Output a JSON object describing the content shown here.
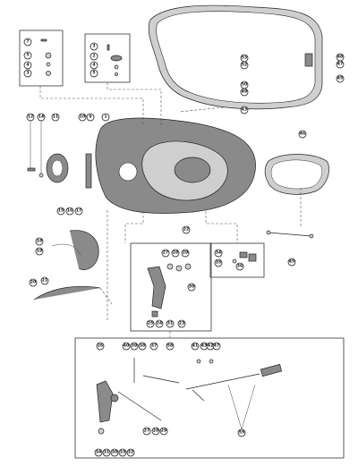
{
  "diagram": {
    "callouts": {
      "kit_a": [
        "7",
        "5",
        "4",
        "3"
      ],
      "kit_b": [
        "3",
        "2",
        "4",
        "5"
      ],
      "cowl_right": [
        "53",
        "52",
        "50",
        "49",
        "43",
        "48",
        "47",
        "45"
      ],
      "tray_left": [
        "12",
        "14",
        "11",
        "10",
        "9",
        "1"
      ],
      "seal": [
        "46"
      ],
      "cable_group": [
        "15",
        "16",
        "17",
        "18",
        "19",
        "20",
        "21"
      ],
      "hose": [
        "22"
      ],
      "link_kit": [
        "27",
        "28",
        "29",
        "30",
        "25",
        "24",
        "31",
        "23"
      ],
      "latch_kit": [
        "34",
        "35",
        "36"
      ],
      "rod": [
        "45"
      ],
      "lower_top": [
        "26",
        "40",
        "39",
        "38",
        "37",
        "58",
        "41",
        "43",
        "42",
        "47"
      ],
      "lower_bottom": [
        "29",
        "28",
        "27",
        "34",
        "31",
        "30",
        "33",
        "32"
      ],
      "lever": [
        "55"
      ]
    }
  }
}
